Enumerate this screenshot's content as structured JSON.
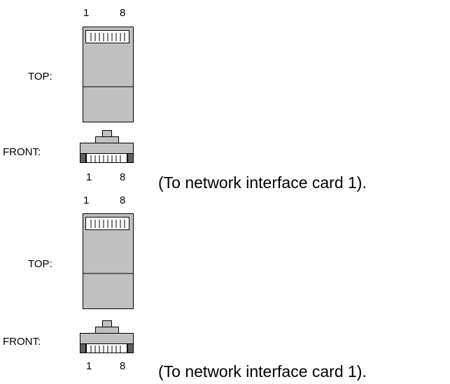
{
  "connectors": [
    {
      "pin_start": "1",
      "pin_end": "8",
      "top_label": "TOP:",
      "front_label": "FRONT:",
      "front_pin_start": "1",
      "front_pin_end": "8",
      "caption": "(To network interface card 1)."
    },
    {
      "pin_start": "1",
      "pin_end": "8",
      "top_label": "TOP:",
      "front_label": "FRONT:",
      "front_pin_start": "1",
      "front_pin_end": "8",
      "caption": "(To network interface card 1)."
    }
  ],
  "colors": {
    "plug_body": "#c0c0c0",
    "outline": "#000000",
    "contacts": "#ffffff",
    "dark_band": "#606060"
  }
}
